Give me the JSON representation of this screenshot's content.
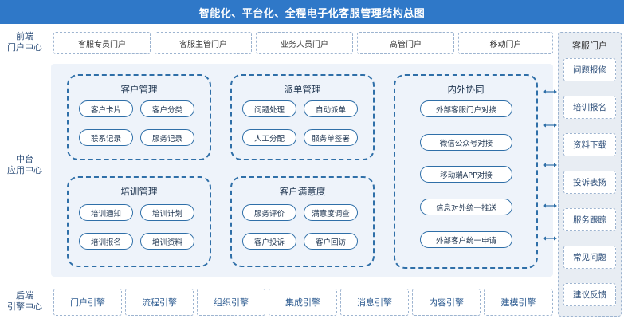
{
  "title": "智能化、平台化、全程电子化客服管理结构总图",
  "front": {
    "label_line1": "前端",
    "label_line2": "门户中心",
    "portals": [
      "客服专员门户",
      "客服主管门户",
      "业务人员门户",
      "高管门户",
      "移动门户"
    ]
  },
  "middle": {
    "label_line1": "中台",
    "label_line2": "应用中心",
    "customer_mgmt": {
      "title": "客户管理",
      "items": [
        "客户卡片",
        "客户分类",
        "联系记录",
        "服务记录"
      ]
    },
    "dispatch_mgmt": {
      "title": "派单管理",
      "items": [
        "问题处理",
        "自动派单",
        "人工分配",
        "服务单签署"
      ]
    },
    "training_mgmt": {
      "title": "培训管理",
      "items": [
        "培训通知",
        "培训计划",
        "培训报名",
        "培训资料"
      ]
    },
    "satisfaction": {
      "title": "客户满意度",
      "items": [
        "服务评价",
        "满意度调查",
        "客户投诉",
        "客户回访"
      ]
    },
    "collaboration": {
      "title": "内外协同",
      "items": [
        "外部客服门户对接",
        "微信公众号对接",
        "移动端APP对接",
        "信息对外统一推送",
        "外部客户统一申请"
      ]
    }
  },
  "back": {
    "label_line1": "后端",
    "label_line2": "引擎中心",
    "engines": [
      "门户引擎",
      "流程引擎",
      "组织引擎",
      "集成引擎",
      "消息引擎",
      "内容引擎",
      "建模引擎"
    ]
  },
  "customer_portal": {
    "title": "客服门户",
    "items": [
      "问题报修",
      "培训报名",
      "资料下载",
      "投诉表扬",
      "服务跟踪",
      "常见问题",
      "建议反馈"
    ]
  },
  "colors": {
    "header": "#2f78c8",
    "accent": "#2f6fa8",
    "panel": "#eef3fa"
  }
}
